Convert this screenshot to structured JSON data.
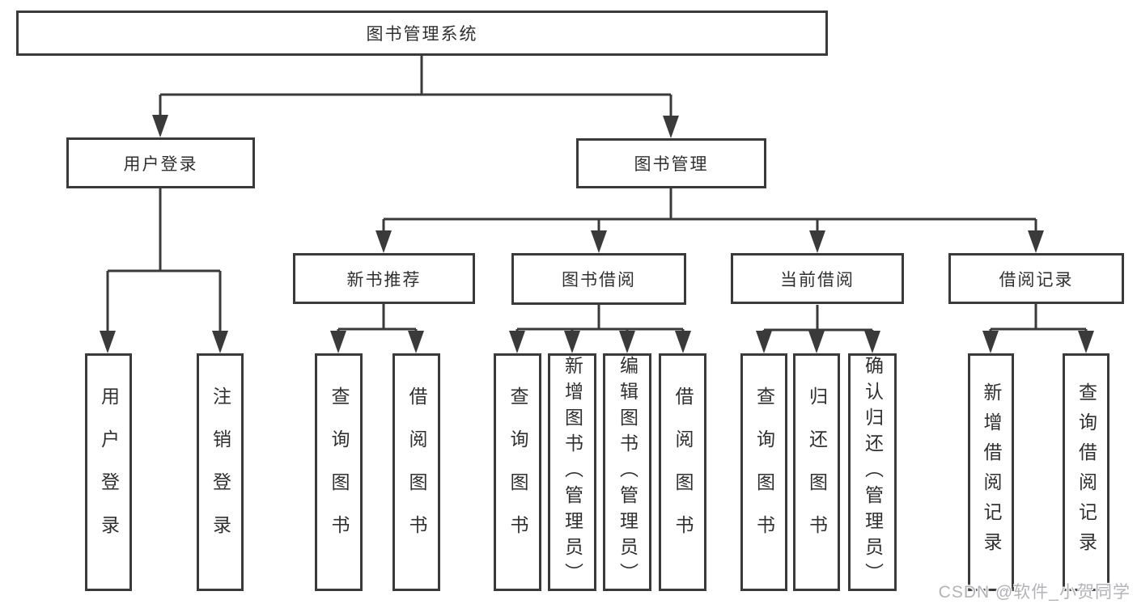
{
  "tree": {
    "root": "图书管理系统",
    "branches": [
      {
        "label": "用户登录",
        "leaves": [
          "用户登录",
          "注销登录"
        ]
      },
      {
        "label": "图书管理",
        "groups": [
          {
            "label": "新书推荐",
            "leaves": [
              "查询图书",
              "借阅图书"
            ]
          },
          {
            "label": "图书借阅",
            "leaves": [
              "查询图书",
              "新增图书（管理员）",
              "编辑图书（管理员）",
              "借阅图书"
            ]
          },
          {
            "label": "当前借阅",
            "leaves": [
              "查询图书",
              "归还图书",
              "确认归还（管理员）"
            ]
          },
          {
            "label": "借阅记录",
            "leaves": [
              "新增借阅记录",
              "查询借阅记录"
            ]
          }
        ]
      }
    ]
  },
  "watermark": "CSDN @软件_小贺同学",
  "colors": {
    "line": "#3a3a3a",
    "text": "#303030",
    "watermark": "#b3b3b8",
    "background": "#ffffff"
  }
}
